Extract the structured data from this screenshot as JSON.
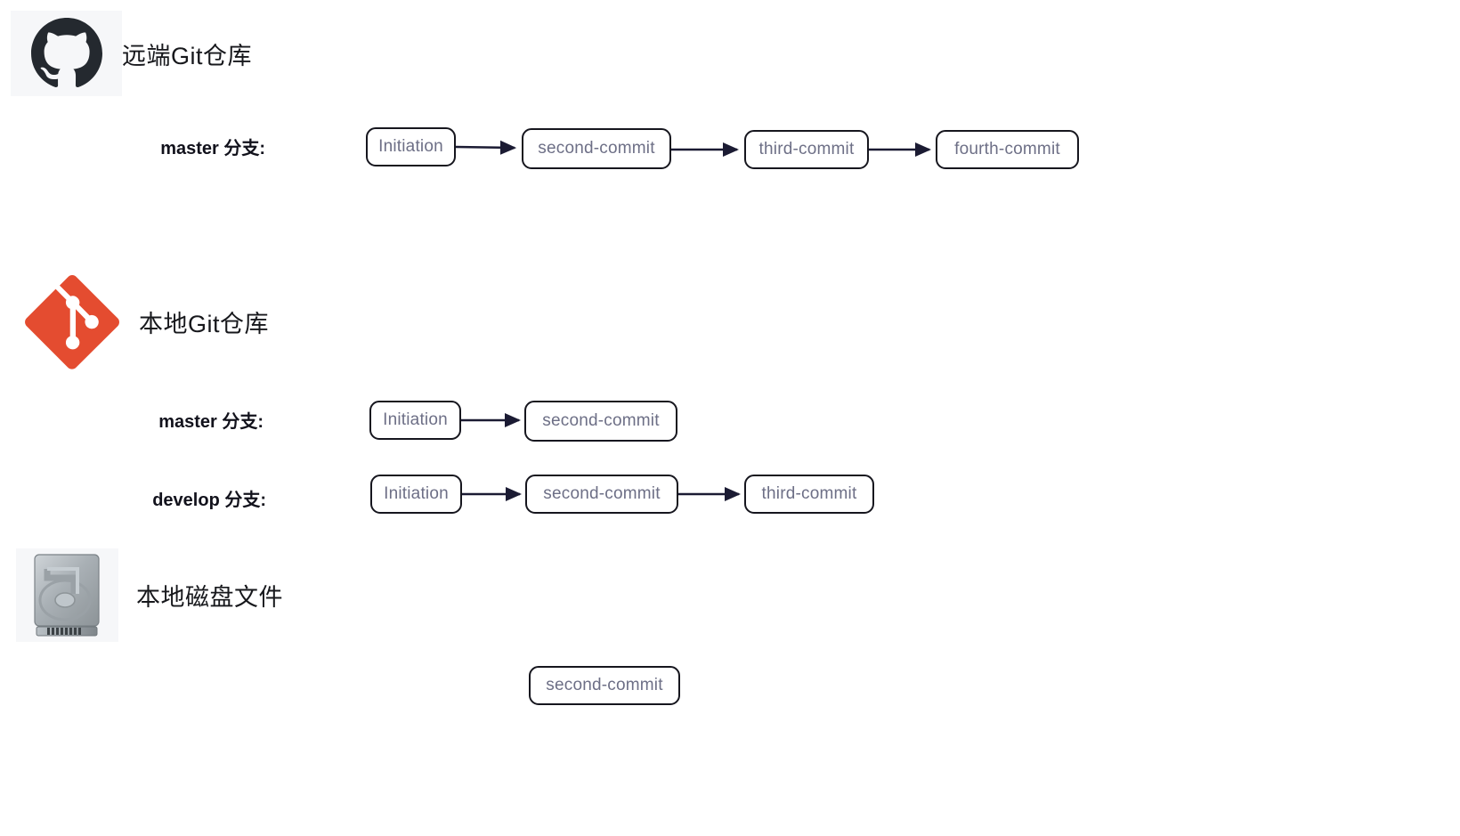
{
  "diagram": {
    "background": "#ffffff",
    "node_border_color": "#16161e",
    "node_text_color": "#6d6f86",
    "arrow_color": "#1b1b33",
    "title_color": "#17181c",
    "label_color": "#12121c",
    "git_logo_color": "#e44c30",
    "github_logo_color": "#24292f",
    "icon_bg_color": "#f6f7f9"
  },
  "sections": [
    {
      "id": "remote",
      "icon": "github-icon",
      "title": "远端Git仓库",
      "rows": [
        {
          "id": "remote-master",
          "label": "master 分支:",
          "nodes": [
            "Initiation",
            "second-commit",
            "third-commit",
            "fourth-commit"
          ]
        }
      ]
    },
    {
      "id": "local-repo",
      "icon": "git-icon",
      "title": "本地Git仓库",
      "rows": [
        {
          "id": "local-master",
          "label": "master 分支:",
          "nodes": [
            "Initiation",
            "second-commit"
          ]
        },
        {
          "id": "local-develop",
          "label": "develop 分支:",
          "nodes": [
            "Initiation",
            "second-commit",
            "third-commit"
          ]
        }
      ]
    },
    {
      "id": "local-disk",
      "icon": "hard-disk-icon",
      "title": "本地磁盘文件",
      "rows": [
        {
          "id": "disk-files",
          "label": "",
          "nodes": [
            "second-commit"
          ]
        }
      ]
    }
  ],
  "nodes": {
    "r1n1": "Initiation",
    "r1n2": "second-commit",
    "r1n3": "third-commit",
    "r1n4": "fourth-commit",
    "r2n1": "Initiation",
    "r2n2": "second-commit",
    "r3n1": "Initiation",
    "r3n2": "second-commit",
    "r3n3": "third-commit",
    "r4n1": "second-commit"
  },
  "labels": {
    "remote_master": "master 分支:",
    "local_master": "master 分支:",
    "local_develop": "develop 分支:"
  },
  "titles": {
    "remote": "远端Git仓库",
    "local_repo": "本地Git仓库",
    "local_disk": "本地磁盘文件"
  }
}
